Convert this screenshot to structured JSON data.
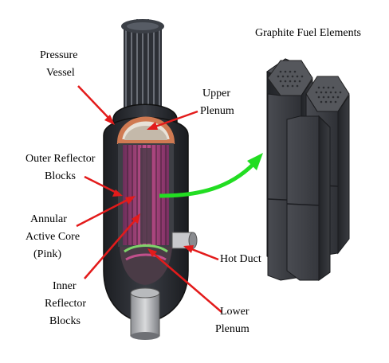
{
  "title": "Graphite Fuel Elements",
  "labels": {
    "pressure_vessel": [
      "Pressure",
      "Vessel"
    ],
    "upper_plenum": [
      "Upper",
      "Plenum"
    ],
    "outer_reflector": [
      "Outer Reflector",
      "Blocks"
    ],
    "annular_core": [
      "Annular",
      "Active Core",
      "(Pink)"
    ],
    "inner_reflector": [
      "Inner",
      "Reflector",
      "Blocks"
    ],
    "hot_duct": "Hot Duct",
    "lower_plenum": [
      "Lower",
      "Plenum"
    ]
  },
  "colors": {
    "arrow_red": "#e31b1b",
    "arrow_green": "#22dd22",
    "core_pink": "#c2508c",
    "vessel_dark": "#2a2d33",
    "graphite": "#3f4146",
    "copper": "#d07a52"
  }
}
